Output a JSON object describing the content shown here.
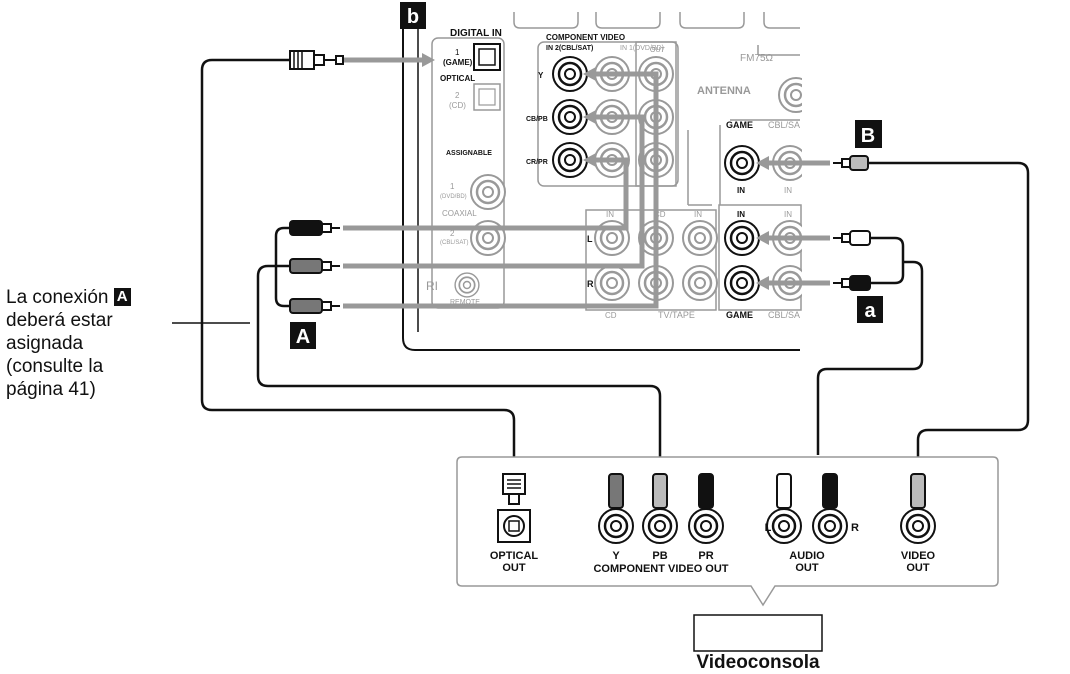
{
  "letters": {
    "b": "b",
    "B": "B",
    "a": "a",
    "A": "A"
  },
  "receiver": {
    "digital_in": "DIGITAL IN",
    "opt1_num": "1",
    "opt1_name": "(GAME)",
    "optical": "OPTICAL",
    "opt2_num": "2",
    "opt2_name": "(CD)",
    "assignable": "ASSIGNABLE",
    "coax1_num": "1",
    "coax1_name": "(DVD/BD)",
    "coaxial": "COAXIAL",
    "coax2_num": "2",
    "coax2_name": "(CBL/SAT)",
    "ri": "RI",
    "remote": "REMOTE",
    "component_video": "COMPONENT VIDEO",
    "in2": "IN 2(CBL/SAT)",
    "in1": "IN 1(DVD/BD)",
    "out": "OUT",
    "y": "Y",
    "cb": "CB/PB",
    "cr": "CR/PR",
    "fm": "FM75Ω",
    "antenna": "ANTENNA",
    "game": "GAME",
    "cbl_sat": "CBL/SA",
    "in": "IN",
    "l": "L",
    "r": "R",
    "cd": "CD",
    "tv_tape": "TV/TAPE"
  },
  "note": {
    "line1_prefix": "La conexión",
    "line1_badge": "A",
    "line2": "deberá estar",
    "line3": "asignada",
    "line4": "(consulte la",
    "line5": "página 41)"
  },
  "device": {
    "optical_out_1": "OPTICAL",
    "optical_out_2": "OUT",
    "y": "Y",
    "pb": "PB",
    "pr": "PR",
    "component_video_out": "COMPONENT VIDEO  OUT",
    "audio_l": "L",
    "audio_r": "R",
    "audio_1": "AUDIO",
    "audio_2": "OUT",
    "video_1": "VIDEO",
    "video_2": "OUT",
    "console": "Videoconsola"
  }
}
